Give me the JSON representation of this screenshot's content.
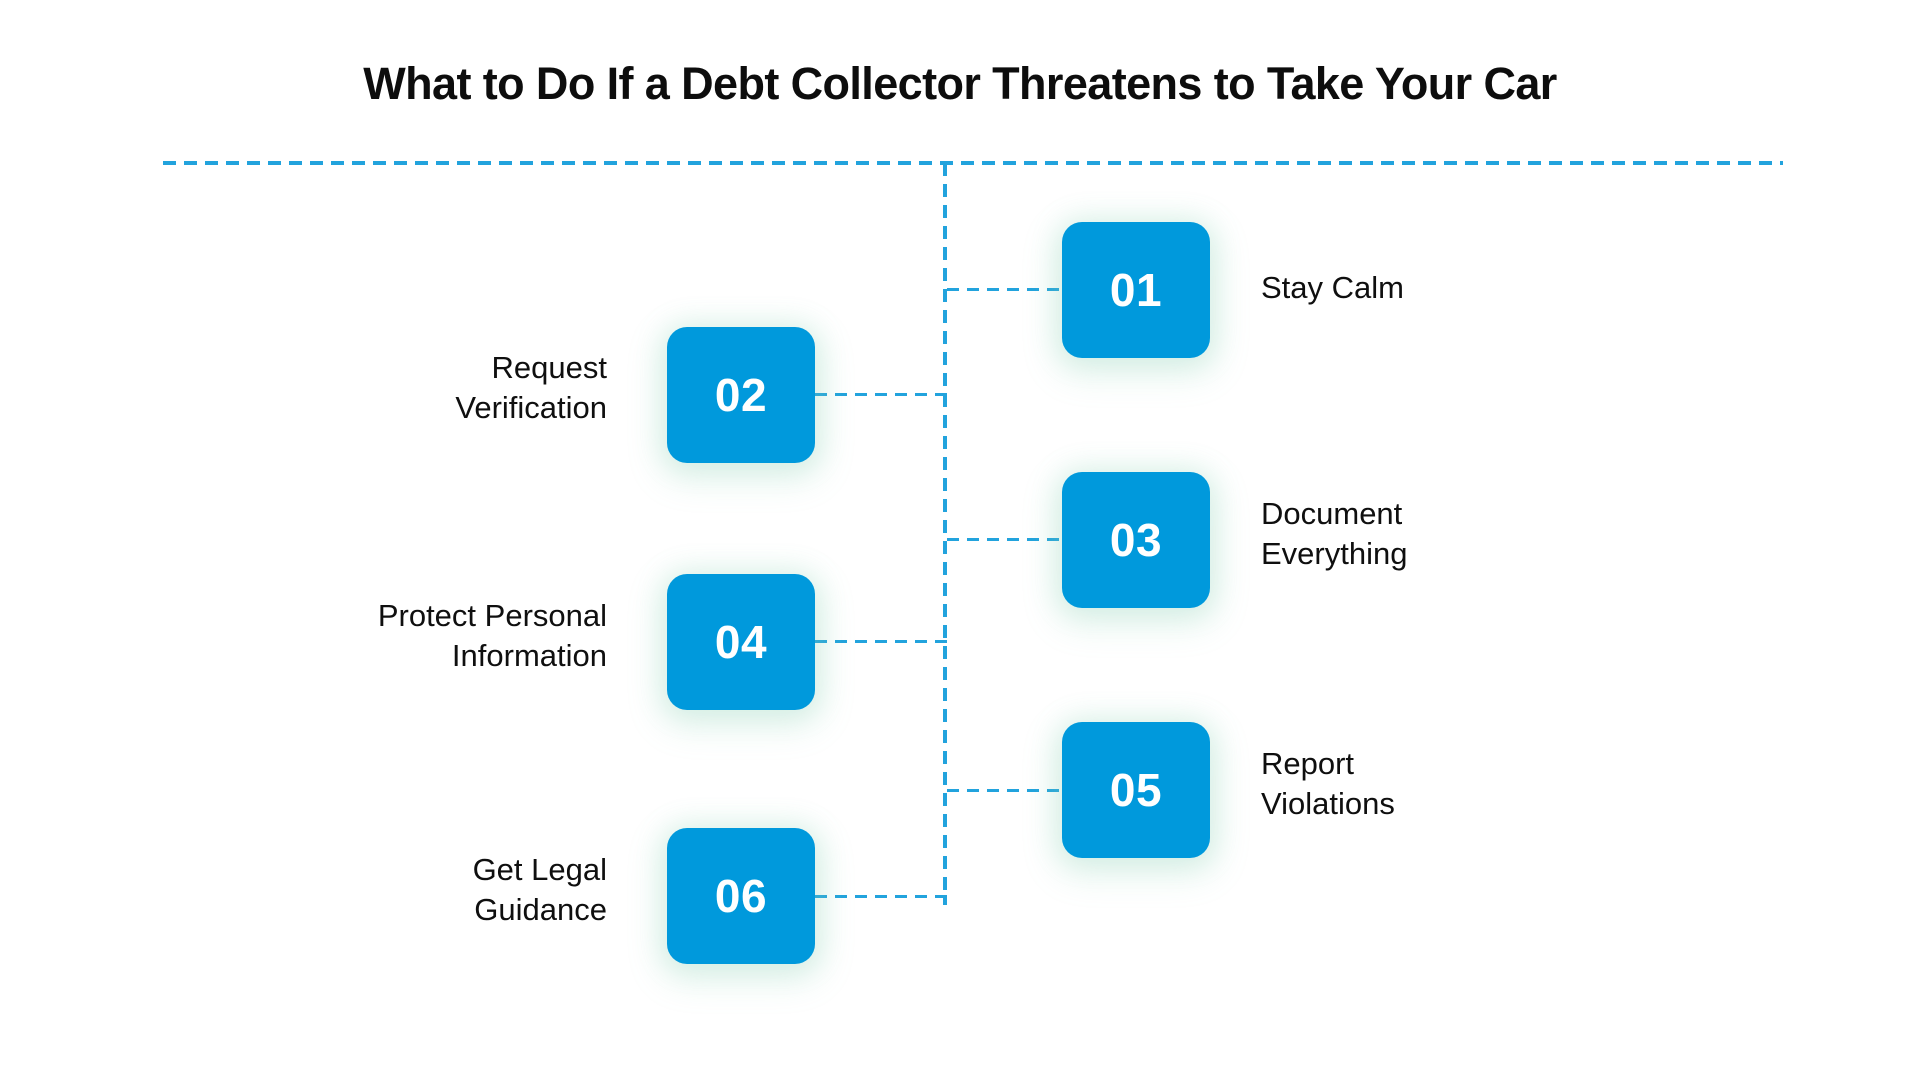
{
  "page": {
    "title": "What to Do If a Debt Collector Threatens to Take Your Car",
    "background_color": "#ffffff",
    "accent_color": "#0099dc",
    "line_color": "#22a3dd",
    "text_color": "#0f0f0f"
  },
  "divider": {
    "style": "dashed",
    "color": "#22a3dd"
  },
  "steps": [
    {
      "number": "01",
      "label": "Stay Calm",
      "side": "right",
      "label_lines": [
        "Stay Calm"
      ]
    },
    {
      "number": "02",
      "label": "Request Verification",
      "side": "left",
      "label_lines": [
        "Request",
        "Verification"
      ]
    },
    {
      "number": "03",
      "label": "Document Everything",
      "side": "right",
      "label_lines": [
        "Document",
        "Everything"
      ]
    },
    {
      "number": "04",
      "label": "Protect Personal Information",
      "side": "left",
      "label_lines": [
        "Protect Personal",
        "Information"
      ]
    },
    {
      "number": "05",
      "label": "Report Violations",
      "side": "right",
      "label_lines": [
        "Report",
        "Violations"
      ]
    },
    {
      "number": "06",
      "label": "Get Legal Guidance",
      "side": "left",
      "label_lines": [
        "Get Legal",
        "Guidance"
      ]
    }
  ]
}
